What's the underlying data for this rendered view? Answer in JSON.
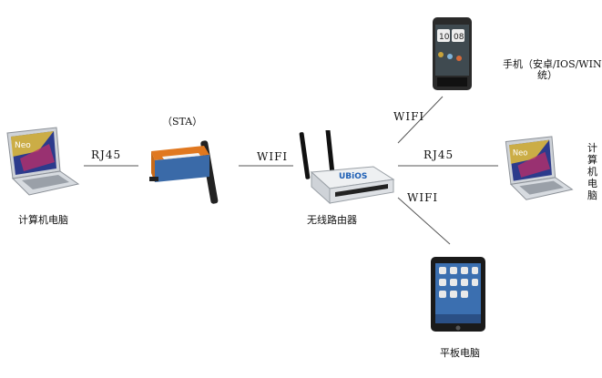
{
  "nodes": {
    "laptop_left": {
      "label": "计算机电脑",
      "icon": "laptop-icon"
    },
    "serial_server": {
      "label": "（STA）",
      "icon": "wifi-serial-server-icon"
    },
    "router": {
      "label": "无线路由器",
      "icon": "wireless-router-icon",
      "logo": "UBiOS"
    },
    "phone": {
      "label_line1": "手机（安卓/IOS/WIN系",
      "label_line2": "统）",
      "icon": "smartphone-icon"
    },
    "laptop_right": {
      "label": "计算机电脑",
      "icon": "laptop-icon"
    },
    "tablet": {
      "label": "平板电脑",
      "icon": "tablet-icon"
    }
  },
  "links": {
    "laptop_to_server": "RJ45",
    "server_to_router": "WIFI",
    "router_to_phone": "WIFI",
    "router_to_laptop": "RJ45",
    "router_to_tablet": "WIFI"
  },
  "colors": {
    "line": "#555555",
    "server_top": "#e07820",
    "server_body": "#3a6aa8",
    "router_body": "#e8ebee",
    "router_logo": "#1e5fb5"
  }
}
